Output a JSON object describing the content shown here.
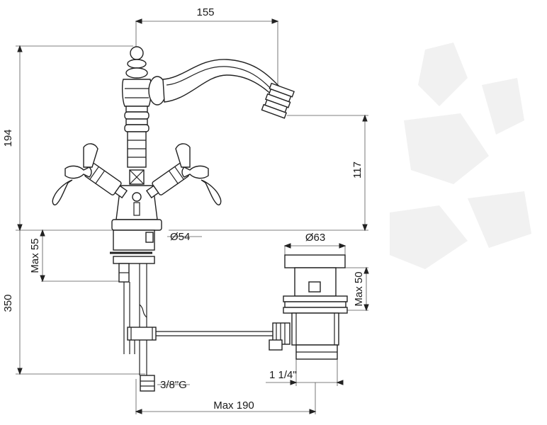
{
  "dimensions": {
    "spout_reach": "155",
    "total_height": "194",
    "spout_height": "117",
    "base_diameter": "Ø54",
    "max_deck": "Max 55",
    "hose_length": "350",
    "waste_diameter": "Ø63",
    "waste_max": "Max 50",
    "waste_thread": "1 1/4\"",
    "supply_thread": "3/8\"G",
    "max_distance": "Max 190"
  }
}
